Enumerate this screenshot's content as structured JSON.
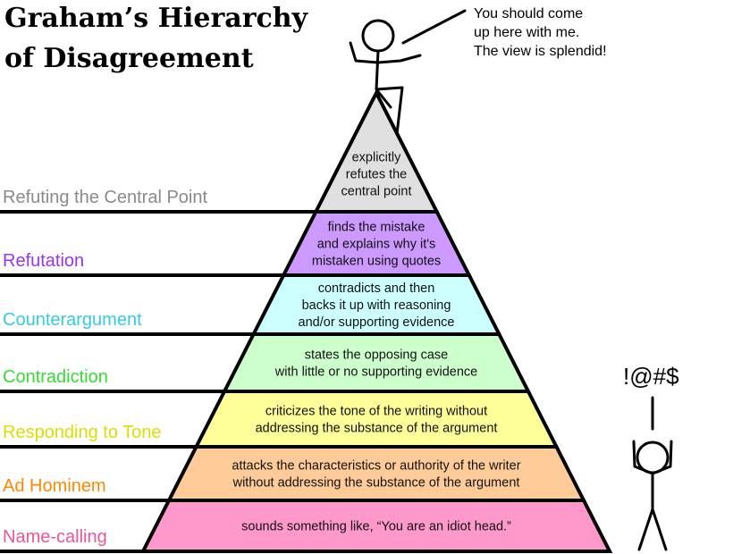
{
  "title": [
    "Graham’s Hierarchy",
    "of Disagreement"
  ],
  "speech_bubble": [
    "You should come",
    "up here with me.",
    "The view is splendid!"
  ],
  "curse": "!@#$",
  "levels": [
    {
      "label": "Refuting the Central Point",
      "label_color": "#8a8a8a",
      "fill": "#e0e0e0",
      "description": [
        "explicitly",
        "refutes the",
        "central point"
      ]
    },
    {
      "label": "Refutation",
      "label_color": "#9933ee",
      "fill": "#cc99ff",
      "description": [
        "finds the mistake",
        "and explains why it's",
        "mistaken using quotes"
      ]
    },
    {
      "label": "Counterargument",
      "label_color": "#33ccdd",
      "fill": "#ccffff",
      "description": [
        "contradicts and then",
        "backs it up with reasoning",
        "and/or supporting evidence"
      ]
    },
    {
      "label": "Contradiction",
      "label_color": "#33dd33",
      "fill": "#ccffcc",
      "description": [
        "states the opposing case",
        "with little or no supporting evidence"
      ]
    },
    {
      "label": "Responding to Tone",
      "label_color": "#dddd00",
      "fill": "#ffff99",
      "description": [
        "criticizes the tone of the writing without",
        "addressing the substance of the argument"
      ]
    },
    {
      "label": "Ad Hominem",
      "label_color": "#ff8800",
      "fill": "#ffcc99",
      "description": [
        "attacks the characteristics or authority of the writer",
        "without addressing the substance of the argument"
      ]
    },
    {
      "label": "Name-calling",
      "label_color": "#ee5599",
      "fill": "#ff99cc",
      "description": [
        "sounds something like, “You are an idiot head.”"
      ]
    }
  ]
}
